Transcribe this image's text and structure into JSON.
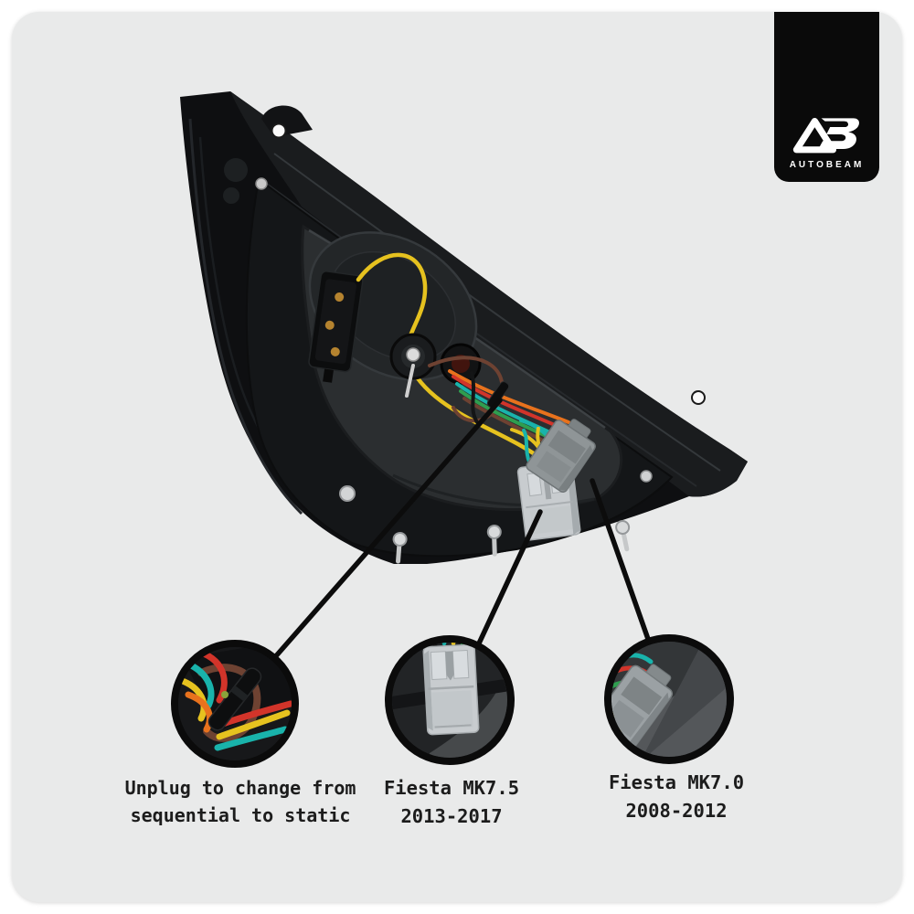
{
  "brand": {
    "monogram": "AB",
    "name": "AUTOBEAM"
  },
  "product": {
    "subject": "tail-light-rear-housing-photo"
  },
  "callouts": [
    {
      "id": "sequential-plug",
      "label_lines": [
        "Unplug to change from",
        "sequential to static"
      ]
    },
    {
      "id": "fiesta-mk75",
      "label_lines": [
        "Fiesta MK7.5",
        "2013-2017"
      ]
    },
    {
      "id": "fiesta-mk70",
      "label_lines": [
        "Fiesta MK7.0",
        "2008-2012"
      ]
    }
  ],
  "colors": {
    "card_bg": "#e9eaea",
    "logo_bg": "#0a0a0a",
    "label_text": "#1c1c1c",
    "housing_black": "#0e0f11",
    "panel_gray": "#141618",
    "basin_gray": "#2b2e30",
    "connector_light": "#c8cccf",
    "connector_dark": "#8f9597",
    "wire_red": "#d2342a",
    "wire_orange": "#e8721d",
    "wire_yellow": "#e6c21f",
    "wire_teal": "#19b3ab",
    "wire_green": "#2f9e4f",
    "wire_brown": "#6e4232",
    "leader_line": "#0c0c0c"
  }
}
